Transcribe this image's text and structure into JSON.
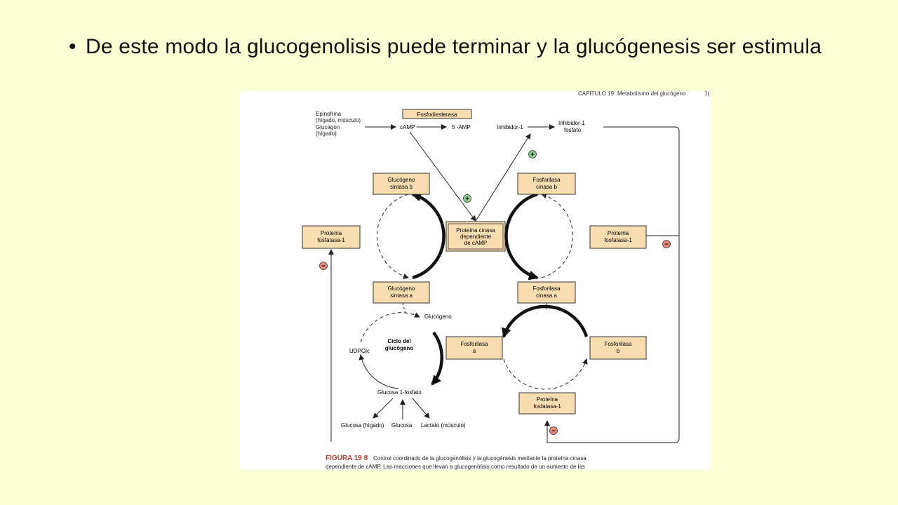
{
  "slide": {
    "bullet_symbol": "•",
    "bullet_text": "De este modo la glucogenolisis puede terminar y la glucógenesis ser estimula"
  },
  "figure": {
    "header": {
      "chapter": "CAPITULO 19",
      "chapter_title": "Metabolismo del glucógeno",
      "page": "1("
    },
    "inputs": {
      "line1": "Epinefrina",
      "line2": "(hígado, músculo)",
      "line3": "Glucagon",
      "line4": "(hígado)"
    },
    "labels": {
      "fosfodiesterasa": "Fosfodiesterasa",
      "camp": "cAMP",
      "amp5": "5 -AMP",
      "inhibidor": "Inhibidor-1",
      "inhibidor_fosfato_1": "Inhibidor-1",
      "inhibidor_fosfato_2": "fosfato",
      "glucogeno": "Glucógeno",
      "udpglc": "UDPGlc",
      "ciclo_1": "Ciclo del",
      "ciclo_2": "glucógeno",
      "glucosa1p": "Glucosa 1-fosfato",
      "glucosa_higado": "Glucosa (hígado)",
      "glucosa": "Glucosa",
      "lactato": "Lactato (músculo)"
    },
    "boxes": {
      "gs_b_1": "Glucógeno",
      "gs_b_2": "sintasa b",
      "pk_1": "Proteína cinasa",
      "pk_2": "dependiente",
      "pk_3": "de cAMP",
      "pc_b_1": "Fosforilasa",
      "pc_b_2": "cinasa b",
      "pp1_left_1": "Proteína",
      "pp1_left_2": "fosfatasa-1",
      "pp1_right_1": "Proteína",
      "pp1_right_2": "fosfatasa-1",
      "gs_a_1": "Glucógeno",
      "gs_a_2": "sintasa a",
      "pc_a_1": "Fosforilasa",
      "pc_a_2": "cinasa a",
      "ph_a_1": "Fosforilasa",
      "ph_a_2": "a",
      "ph_b_1": "Fosforilasa",
      "ph_b_2": "b",
      "pp1_bottom_1": "Proteína",
      "pp1_bottom_2": "fosfatasa-1"
    },
    "signs": {
      "plus": "+",
      "minus": "−"
    },
    "caption": {
      "label": "FIGURA 19 8",
      "line1": "Control coordinado de la glucogenólisis y la glucogénesis mediante la proteína cinasa",
      "line2": "dependiente de cAMP. Las reacciones que llevan a glucogenólisis como resultado de un aumento de las"
    },
    "colors": {
      "box_fill": "#f8ddb0",
      "plus_fill": "#8fd18f",
      "minus_fill": "#e88a78",
      "caption_label": "#c0392b",
      "slide_background": "#ffffd6"
    }
  }
}
